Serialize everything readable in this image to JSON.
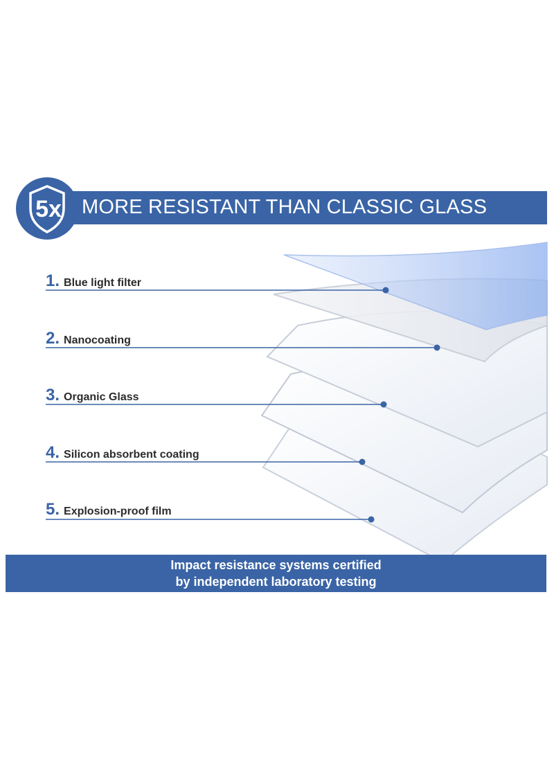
{
  "header": {
    "badge_text": "5x",
    "badge_icon": "shield-icon",
    "title": "MORE RESISTANT THAN CLASSIC GLASS"
  },
  "layers": [
    {
      "number": "1.",
      "label": "Blue light filter"
    },
    {
      "number": "2.",
      "label": "Nanocoating"
    },
    {
      "number": "3.",
      "label": "Organic Glass"
    },
    {
      "number": "4.",
      "label": "Silicon absorbent coating"
    },
    {
      "number": "5.",
      "label": "Explosion-proof film"
    }
  ],
  "footer": {
    "line1": "Impact resistance systems certified",
    "line2": "by independent laboratory testing"
  },
  "colors": {
    "brand_blue": "#3a64a6",
    "label_text": "#2b2b2b",
    "background": "#ffffff"
  }
}
